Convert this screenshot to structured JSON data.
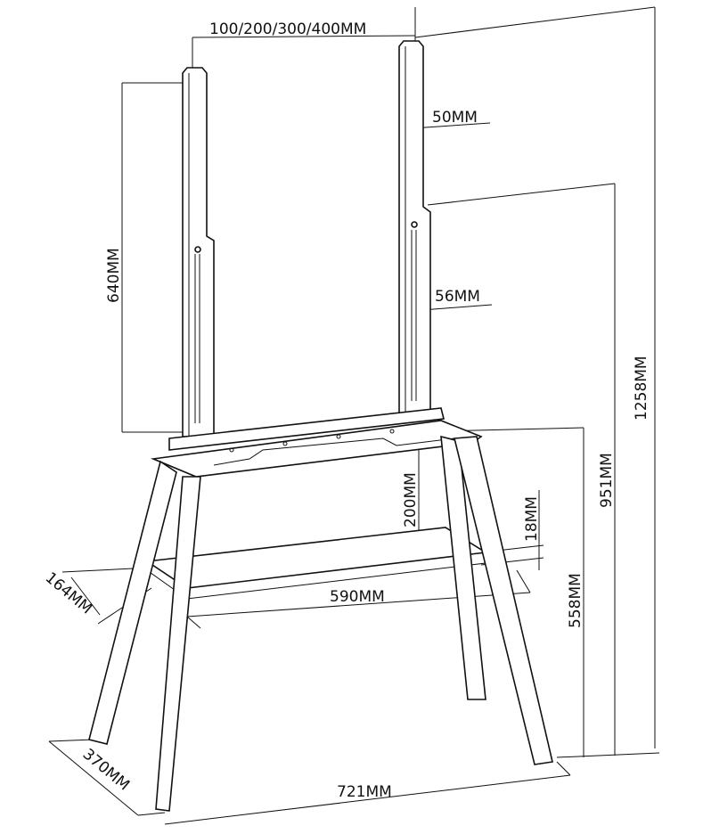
{
  "diagram": {
    "title": "TV floor stand dimension drawing",
    "dimensions": {
      "vesa": "100/200/300/400MM",
      "upper_adjust": "50MM",
      "lower_adjust": "56MM",
      "upright_height": "640MM",
      "total_height": "1258MM",
      "base_height": "951MM",
      "shelf_gap": "200MM",
      "shelf_thickness": "18MM",
      "shelf_width": "590MM",
      "shelf_height": "558MM",
      "shelf_depth": "164MM",
      "base_depth": "370MM",
      "base_width": "721MM"
    }
  }
}
